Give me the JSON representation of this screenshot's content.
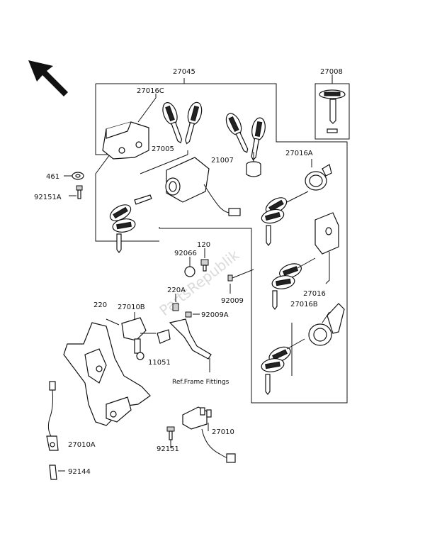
{
  "labels": {
    "p27045": "27045",
    "p27008": "27008",
    "p27016c": "27016C",
    "p27005": "27005",
    "p21007": "21007",
    "p27016a": "27016A",
    "p461": "461",
    "p92151a": "92151A",
    "p120": "120",
    "p92066": "92066",
    "p220a": "220A",
    "p92009": "92009",
    "p92009a": "92009A",
    "p220": "220",
    "p27010b": "27010B",
    "p27016": "27016",
    "p27016b": "27016B",
    "p11051": "11051",
    "ref_frame": "Ref.Frame Fittings",
    "p27010": "27010",
    "p27010a": "27010A",
    "p92151": "92151",
    "p92144": "92144"
  },
  "watermark": "PartsRepublik",
  "icons": {
    "direction": "front-direction-arrow-icon"
  }
}
